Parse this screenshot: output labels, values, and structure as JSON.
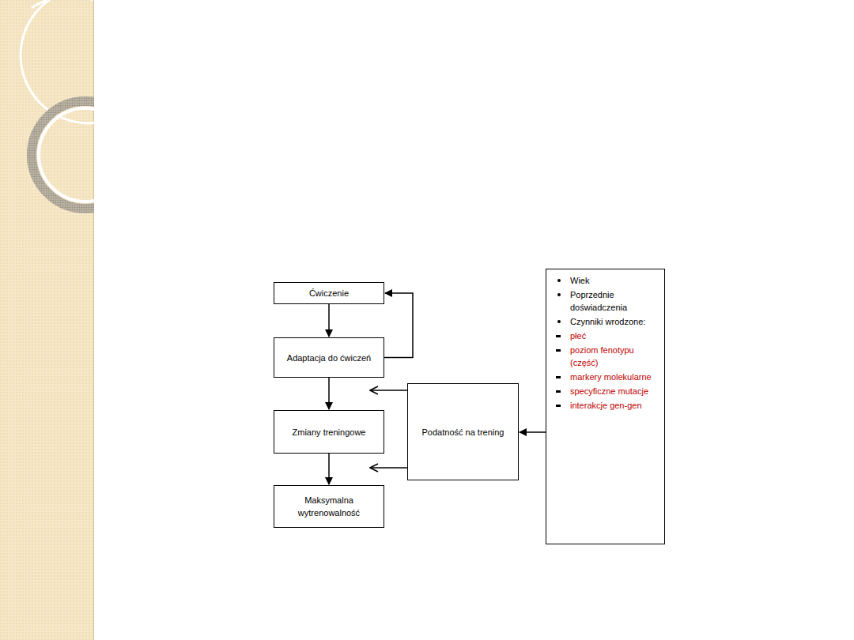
{
  "diagram": {
    "nodes": [
      {
        "text": [
          "Ćwiczenie"
        ]
      },
      {
        "text": [
          "Adaptacja do ćwiczeń"
        ]
      },
      {
        "text": [
          "Zmiany treningowe"
        ]
      },
      {
        "text": [
          "Maksymalna wytrenowalność"
        ]
      },
      {
        "text": [
          "Podatność na trening"
        ]
      },
      {
        "text": [
          "Wiek",
          "Poprzednie doświadczenia",
          "Czynniki wrodzone:",
          "płeć",
          "poziom fenotypu (część)",
          "markery molekularne",
          "specyficzne mutacje",
          "interakcje gen-gen"
        ]
      }
    ],
    "edges": [
      {
        "from": 0,
        "to": 1,
        "arrow": "to"
      },
      {
        "from": 1,
        "to": 0,
        "arrow": "to"
      },
      {
        "from": 1,
        "to": 2,
        "arrow": "to"
      },
      {
        "from": 2,
        "to": 3,
        "arrow": "to"
      },
      {
        "from": 5,
        "to": 4,
        "arrow": "to"
      }
    ]
  }
}
